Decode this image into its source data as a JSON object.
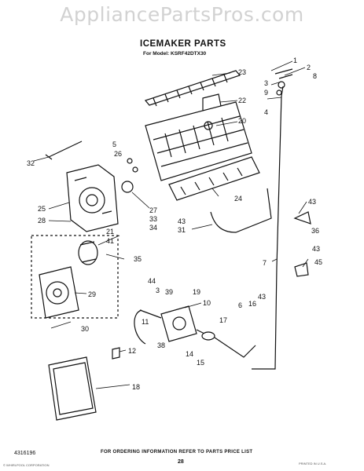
{
  "watermark": "AppliancePartsPros.com",
  "header": {
    "title": "ICEMAKER PARTS",
    "subtitle": "For Model: KSRF42DTX30"
  },
  "callouts": [
    "1",
    "2",
    "8",
    "3",
    "9",
    "4",
    "23",
    "22",
    "20",
    "5",
    "26",
    "32",
    "25",
    "28",
    "27",
    "33",
    "34",
    "43",
    "31",
    "24",
    "21",
    "41",
    "35",
    "29",
    "30",
    "7",
    "43",
    "36",
    "43",
    "45",
    "44",
    "3",
    "39",
    "19",
    "10",
    "6",
    "16",
    "43",
    "17",
    "11",
    "38",
    "14",
    "15",
    "12",
    "18"
  ],
  "footer": {
    "order_note": "FOR ORDERING INFORMATION REFER TO PARTS PRICE LIST",
    "part_number": "4316196",
    "page_number": "28",
    "fine_print_left": "© WHIRLPOOL CORPORATION",
    "fine_print_right": "PRINTED IN U.S.A."
  }
}
